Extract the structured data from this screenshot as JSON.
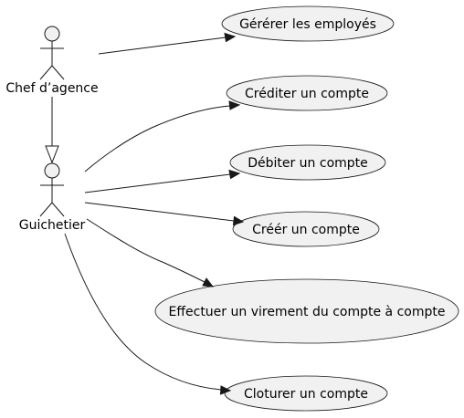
{
  "actors": {
    "chef": {
      "label": "Chef d’agence"
    },
    "guichetier": {
      "label": "Guichetier"
    }
  },
  "usecases": {
    "gerer": {
      "label": "Gérérer les employés"
    },
    "crediter": {
      "label": "Créditer un compte"
    },
    "debiter": {
      "label": "Débiter un compte"
    },
    "creer": {
      "label": "Créér un compte"
    },
    "virement": {
      "label": "Effectuer un virement du compte à compte"
    },
    "cloturer": {
      "label": "Cloturer un compte"
    }
  },
  "colors": {
    "fill": "#f1f1f1",
    "stroke": "#181818",
    "text": "#000000"
  }
}
